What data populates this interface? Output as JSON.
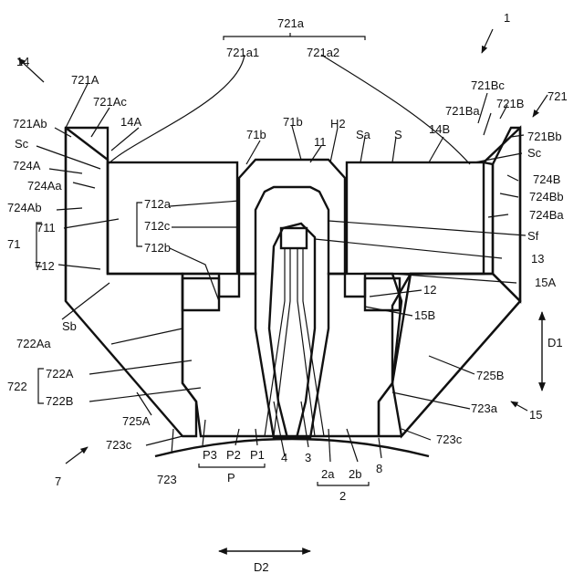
{
  "labels": {
    "n1": "1",
    "n14": "14",
    "n721": "721",
    "n721a": "721a",
    "n721a1": "721a1",
    "n721a2": "721a2",
    "n721A": "721A",
    "n721Ac": "721Ac",
    "n721Ab": "721Ab",
    "n14A": "14A",
    "nSc_l": "Sc",
    "n724A": "724A",
    "n724Aa": "724Aa",
    "n724Ab": "724Ab",
    "n71": "71",
    "n711": "711",
    "n712": "712",
    "n712a": "712a",
    "n712c": "712c",
    "n712b": "712b",
    "nSb": "Sb",
    "n722Aa": "722Aa",
    "n722": "722",
    "n722A": "722A",
    "n722B": "722B",
    "n725A": "725A",
    "n723c_l": "723c",
    "n7": "7",
    "n723": "723",
    "nP3": "P3",
    "nP2": "P2",
    "nP1": "P1",
    "nP": "P",
    "n4": "4",
    "n3": "3",
    "n2a": "2a",
    "n2b": "2b",
    "n2": "2",
    "n8": "8",
    "n723c_r": "723c",
    "n723a": "723a",
    "n15": "15",
    "n725B": "725B",
    "nD1": "D1",
    "n15B": "15B",
    "n12": "12",
    "n15A": "15A",
    "n13": "13",
    "nSf": "Sf",
    "n724Ba": "724Ba",
    "n724Bb": "724Bb",
    "n724B": "724B",
    "nSc_r": "Sc",
    "n721Bb": "721Bb",
    "n721B": "721B",
    "n721Ba": "721Ba",
    "n721Bc": "721Bc",
    "n14B": "14B",
    "nS": "S",
    "nSa": "Sa",
    "nH2": "H2",
    "n11": "11",
    "n71b_l": "71b",
    "n71b_r": "71b",
    "nD2": "D2"
  }
}
